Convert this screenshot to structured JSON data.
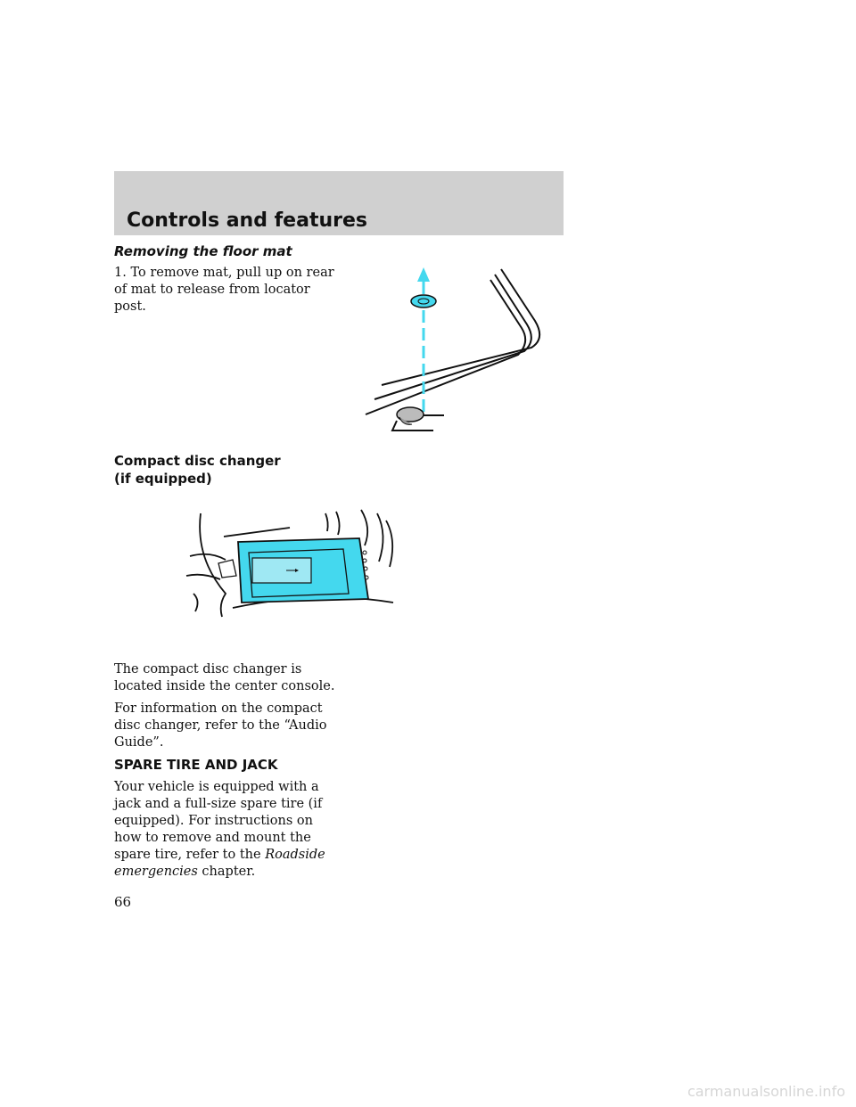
{
  "header": {
    "title": "Controls and features"
  },
  "sections": {
    "floor_mat": {
      "heading": "Removing the floor mat",
      "step1": "1. To remove mat, pull up on rear of mat to release from locator post."
    },
    "cd_changer": {
      "heading": "Compact disc changer (if equipped)",
      "para1": "The compact disc changer is located inside the center console.",
      "para2": "For information on the compact disc changer, refer to the “Audio Guide”."
    },
    "spare_tire": {
      "heading": "SPARE TIRE AND JACK",
      "para_start": "Your vehicle is equipped with a jack and a full-size spare tire (if equipped). For instructions on how to remove and mount the spare tire, refer to the ",
      "para_link": "Roadside emergencies",
      "para_end": " chapter."
    }
  },
  "page_number": "66",
  "watermark": "carmanualsonline.info",
  "colors": {
    "header_band": "#d0d0d0",
    "illustration_accent": "#44d8ee"
  }
}
